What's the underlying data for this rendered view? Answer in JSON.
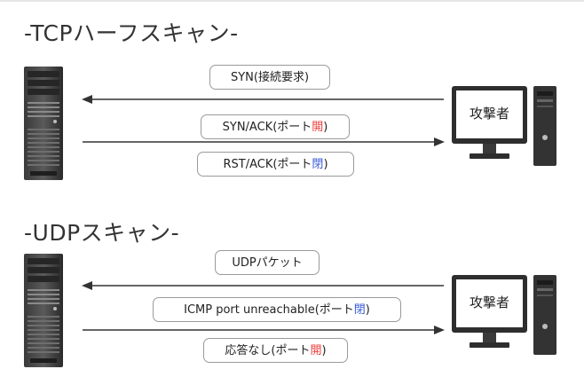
{
  "tcp_scan": {
    "title": "-TCPハーフスキャン-",
    "attacker_label": "攻撃者",
    "messages": [
      {
        "text": "SYN(接続要求)"
      },
      {
        "text_before": "SYN/ACK(ポート",
        "highlight": "開",
        "text_after": ")",
        "highlight_color": "#ef3b3b"
      },
      {
        "text_before": "RST/ACK(ポート",
        "highlight": "閉",
        "text_after": ")",
        "highlight_color": "#3b5bd8"
      }
    ]
  },
  "udp_scan": {
    "title": "-UDPスキャン-",
    "attacker_label": "攻撃者",
    "messages": [
      {
        "text": "UDPパケット"
      },
      {
        "text_before": "ICMP port unreachable(ポート",
        "highlight": "閉",
        "text_after": ")",
        "highlight_color": "#3b5bd8"
      },
      {
        "text_before": "応答なし(ポート",
        "highlight": "開",
        "text_after": ")",
        "highlight_color": "#ef3b3b"
      }
    ]
  }
}
